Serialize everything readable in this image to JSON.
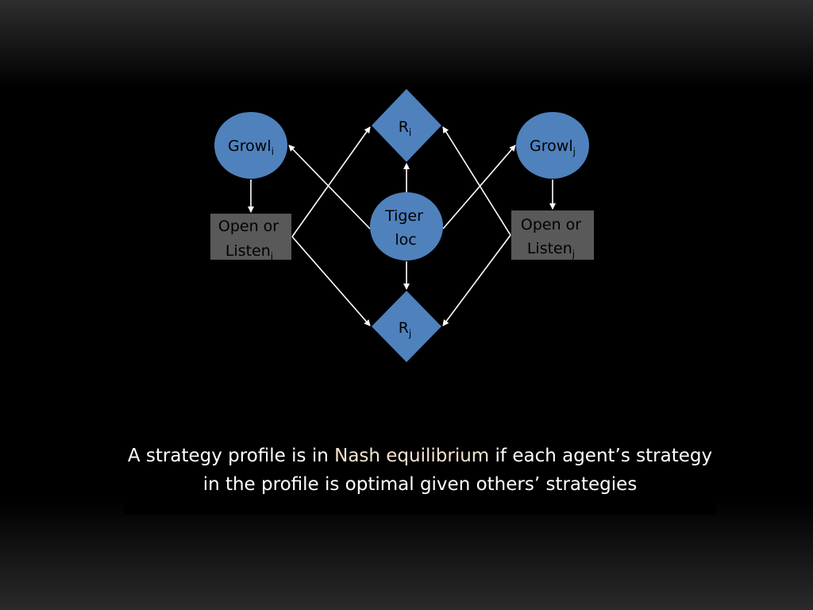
{
  "diagram": {
    "nodes": {
      "growl_i": {
        "label": "Growl",
        "sub": "i"
      },
      "growl_j": {
        "label": "Growl",
        "sub": "j"
      },
      "r_i": {
        "label": "R",
        "sub": "i"
      },
      "r_j": {
        "label": "R",
        "sub": "j"
      },
      "tiger": {
        "line1": "Tiger",
        "line2": "loc"
      },
      "action_i": {
        "line1": "Open or",
        "line2": "Listen",
        "sub": "i"
      },
      "action_j": {
        "line1": "Open or",
        "line2": "Listen",
        "sub": "j"
      }
    },
    "edges": [
      {
        "from": "growl_i",
        "to": "action_i"
      },
      {
        "from": "growl_j",
        "to": "action_j"
      },
      {
        "from": "tiger",
        "to": "growl_i"
      },
      {
        "from": "tiger",
        "to": "growl_j"
      },
      {
        "from": "tiger",
        "to": "r_i"
      },
      {
        "from": "tiger",
        "to": "r_j"
      },
      {
        "from": "action_i",
        "to": "r_i"
      },
      {
        "from": "action_i",
        "to": "r_j"
      },
      {
        "from": "action_j",
        "to": "r_i"
      },
      {
        "from": "action_j",
        "to": "r_j"
      }
    ],
    "colors": {
      "node_fill": "#4f81bd",
      "box_fill": "#595959",
      "edge": "#ffffff",
      "highlight": "#f6e4d2"
    }
  },
  "caption": {
    "before": "A strategy profile is in ",
    "highlight": "Nash equilibrium",
    "after": " if each agent’s strategy in the profile is optimal given others’ strategies"
  }
}
